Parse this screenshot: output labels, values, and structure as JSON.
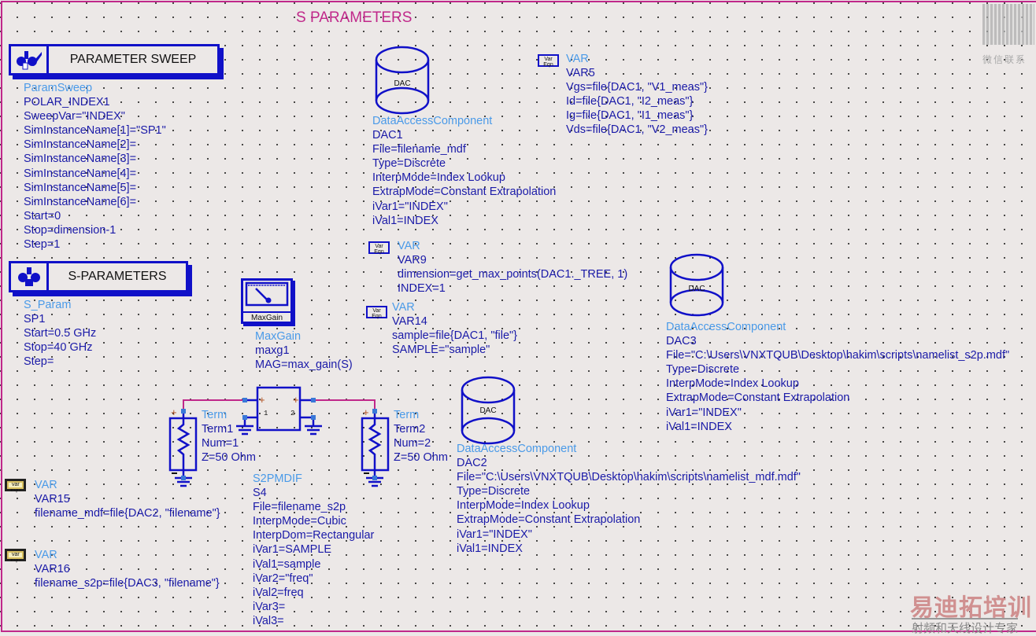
{
  "schematic_title": "S PARAMETERS",
  "param_sweep": {
    "banner": "PARAMETER SWEEP",
    "lines": [
      "ParamSweep",
      "POLAR_INDEX1",
      "SweepVar=\"INDEX\"",
      "SimInstanceName[1]=\"SP1\"",
      "SimInstanceName[2]=",
      "SimInstanceName[3]=",
      "SimInstanceName[4]=",
      "SimInstanceName[5]=",
      "SimInstanceName[6]=",
      "Start=0",
      "Stop=dimension-1",
      "Step=1"
    ]
  },
  "s_params": {
    "banner": "S-PARAMETERS",
    "lines": [
      "S_Param",
      "SP1",
      "Start=0.5 GHz",
      "Stop=40 GHz",
      "Step="
    ]
  },
  "maxgain": {
    "icon_label": "MaxGain",
    "lines": [
      "MaxGain",
      "maxg1",
      "MAG=max_gain(S)"
    ]
  },
  "dac1": {
    "icon_label": "DAC",
    "lines": [
      "DataAccessComponent",
      "DAC1",
      "File=filename_mdf",
      "Type=Discrete",
      "InterpMode=Index Lookup",
      "ExtrapMode=Constant Extrapolation",
      "iVar1=\"INDEX\"",
      "iVal1=INDEX"
    ]
  },
  "dac2": {
    "icon_label": "DAC",
    "lines": [
      "DataAccessComponent",
      "DAC2",
      "File=\"C:\\Users\\VNXTQUB\\Desktop\\hakim\\scripts\\namelist_mdf.mdf\"",
      "Type=Discrete",
      "InterpMode=Index Lookup",
      "ExtrapMode=Constant Extrapolation",
      "iVar1=\"INDEX\"",
      "iVal1=INDEX"
    ]
  },
  "dac3": {
    "icon_label": "DAC",
    "lines": [
      "DataAccessComponent",
      "DAC3",
      "File=\"C:\\Users\\VNXTQUB\\Desktop\\hakim\\scripts\\namelist_s2p.mdf\"",
      "Type=Discrete",
      "InterpMode=Index Lookup",
      "ExtrapMode=Constant Extrapolation",
      "iVar1=\"INDEX\"",
      "iVal1=INDEX"
    ]
  },
  "var_icon": {
    "line1": "Var",
    "line2": "Eqn"
  },
  "var5": {
    "lines": [
      "VAR",
      "VAR5",
      "Vgs=file{DAC1, \"V1_meas\"}",
      "Id=file{DAC1, \"I2_meas\"}",
      "Ig=file{DAC1, \"I1_meas\"}",
      "Vds=file{DAC1, \"V2_meas\"}"
    ]
  },
  "var9": {
    "lines": [
      "VAR",
      "VAR9",
      "dimension=get_max_points(DAC1._TREE, 1)",
      "INDEX=1"
    ]
  },
  "var14": {
    "lines": [
      "VAR",
      "VAR14",
      "sample=file{DAC1, \"file\"}",
      "SAMPLE=\"sample\""
    ]
  },
  "var15": {
    "lines": [
      "VAR",
      "VAR15",
      "filename_mdf=file{DAC2, \"filename\"}"
    ]
  },
  "var16": {
    "lines": [
      "VAR",
      "VAR16",
      "filename_s2p=file{DAC3, \"filename\"}"
    ]
  },
  "term1": {
    "lines": [
      "Term",
      "Term1",
      "Num=1",
      "Z=50 Ohm"
    ]
  },
  "term2": {
    "lines": [
      "Term",
      "Term2",
      "Num=2",
      "Z=50 Ohm"
    ]
  },
  "s2p": {
    "port1": "1",
    "port2": "2",
    "lines": [
      "S2PMDIF",
      "S4",
      "File=filename_s2p",
      "InterpMode=Cubic",
      "InterpDom=Rectangular",
      "iVar1=SAMPLE",
      "iVal1=sample",
      "iVar2=\"freq\"",
      "iVal2=freq",
      "iVar3=",
      "iVal3="
    ]
  },
  "watermark": {
    "qr_caption": "微信联系",
    "brand": "易迪拓培训",
    "slogan": "射频和天线设计专家"
  },
  "colors": {
    "wire": "#c0288a",
    "component": "#1010c8",
    "class_label": "#4a9ae8",
    "text": "#1a1aa8"
  }
}
